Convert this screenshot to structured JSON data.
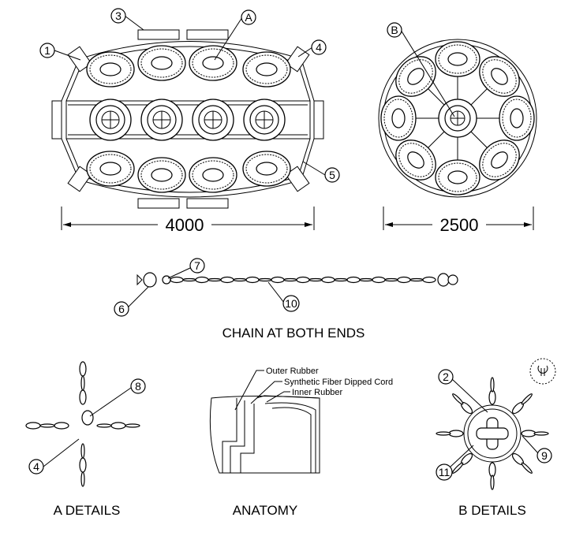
{
  "dimensions": {
    "front_width": "4000",
    "side_width": "2500"
  },
  "captions": {
    "chain": "CHAIN AT BOTH ENDS",
    "a_details": "A DETAILS",
    "anatomy": "ANATOMY",
    "b_details": "B DETAILS"
  },
  "anatomy_labels": {
    "outer": "Outer Rubber",
    "cord": "Synthetic Fiber Dipped Cord",
    "inner": "Inner Rubber"
  },
  "callouts": {
    "c1": "1",
    "c2": "2",
    "c3": "3",
    "c4": "4",
    "c4b": "4",
    "c5": "5",
    "c6": "6",
    "c7": "7",
    "c8": "8",
    "c9": "9",
    "c10": "10",
    "c11": "11",
    "cA": "A",
    "cB": "B"
  },
  "colors": {
    "ink": "#000000",
    "background": "#ffffff"
  }
}
